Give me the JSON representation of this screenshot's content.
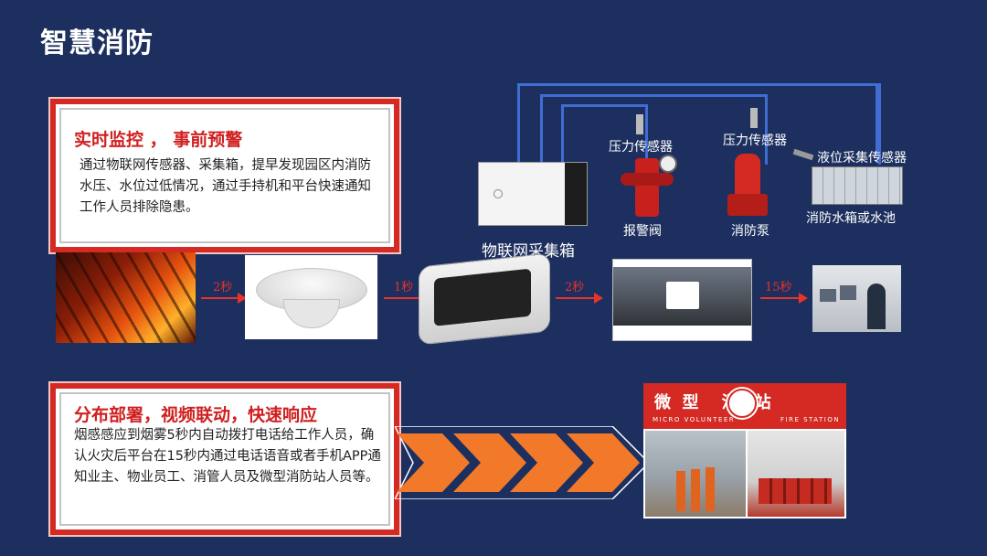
{
  "title": "智慧消防",
  "monitor_card": {
    "heading": "实时监控 ， 事前预警",
    "body": "通过物联网传感器、采集箱，提早发现园区内消防水压、水位过低情况，通过手持机和平台快速通知工作人员排除隐患。"
  },
  "deploy_card": {
    "heading": "分布部署，视频联动，快速响应",
    "body": "烟感感应到烟雾5秒内自动拨打电话给工作人员，确认火灾后平台在15秒内通过电话语音或者手机APP通知业主、物业员工、消管人员及微型消防站人员等。"
  },
  "device_labels": {
    "collector": "物联网采集箱",
    "pressure_sensor_1": "压力传感器",
    "pressure_sensor_2": "压力传感器",
    "level_sensor": "液位采集传感器",
    "alarm_valve": "报警阀",
    "fire_pump": "消防泵",
    "water_tank": "消防水箱或水池"
  },
  "flow_times": [
    "2秒",
    "1秒",
    "2秒",
    "15秒"
  ],
  "station": {
    "title_cn": "微  型    消防站",
    "title_en_left": "MICRO VOLUNTEER",
    "title_en_right": "FIRE STATION"
  },
  "colors": {
    "background": "#1c2f5e",
    "accent_red": "#d42a23",
    "arrow_orange": "#f2792a",
    "wire_blue": "#3f6dd1"
  }
}
